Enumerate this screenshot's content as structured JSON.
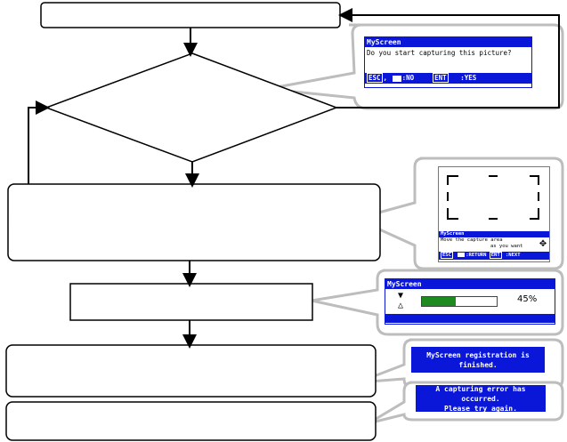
{
  "confirm_dialog": {
    "title": "MyScreen",
    "question": "Do you start capturing this picture?",
    "esc_key": "ESC",
    "no_label": ":NO",
    "ent_key": "ENT",
    "yes_label": ":YES"
  },
  "area_dialog": {
    "title": "MyScreen",
    "line1": "Move the capture area",
    "line2": "as you want",
    "esc_key": "ESC",
    "return_label": ":RETURN",
    "ent_key": "ENT",
    "next_label": ":NEXT"
  },
  "progress_dialog": {
    "title": "MyScreen",
    "percent_text": "45%",
    "progress": 0.45,
    "bar_color": "#1f8a1f"
  },
  "finished_note": "MyScreen registration is finished.",
  "error_note_line1": "A capturing error has occurred.",
  "error_note_line2": "Please try again.",
  "colors": {
    "dialog_blue": "#0a17d8",
    "callout_gray": "#bdbdbd"
  }
}
